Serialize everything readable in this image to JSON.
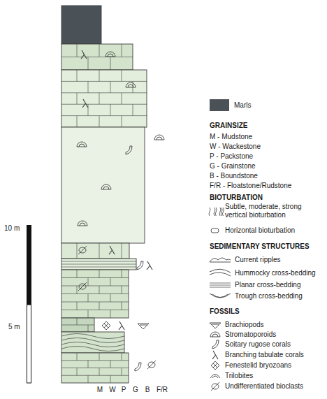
{
  "diagram": {
    "labels": [
      "GRAINSIZE",
      "M - Mudstone",
      "W - Wackestone",
      "P - Packstone",
      "G - Grainstone",
      "B - Boundstone",
      "F/R - Floatstone/Rudstone",
      "BIOTURBATION",
      "SEDIMENTARY STRUCTURES",
      "FOSSILS",
      "10 m",
      "5 m",
      "M",
      "W",
      "P",
      "G",
      "B",
      "F/R"
    ],
    "legend": [
      {
        "text": "Marls",
        "color": "#4a5157"
      },
      {
        "text": "Subtle, moderate, strong vertical bioturbation"
      },
      {
        "text": "Horizontal bioturbation"
      },
      {
        "text": "Current ripples"
      },
      {
        "text": "Hummocky cross-bedding"
      },
      {
        "text": "Planar cross-bedding"
      },
      {
        "text": "Trough cross-bedding"
      },
      {
        "text": "Brachiopods"
      },
      {
        "text": "Stromatoporoids"
      },
      {
        "text": "Soitary rugose corals"
      },
      {
        "text": "Branching tabulate corals"
      },
      {
        "text": "Fenestelid bryozoans"
      },
      {
        "text": "Trilobites"
      },
      {
        "text": "Undifferentiated bioclasts"
      }
    ]
  }
}
